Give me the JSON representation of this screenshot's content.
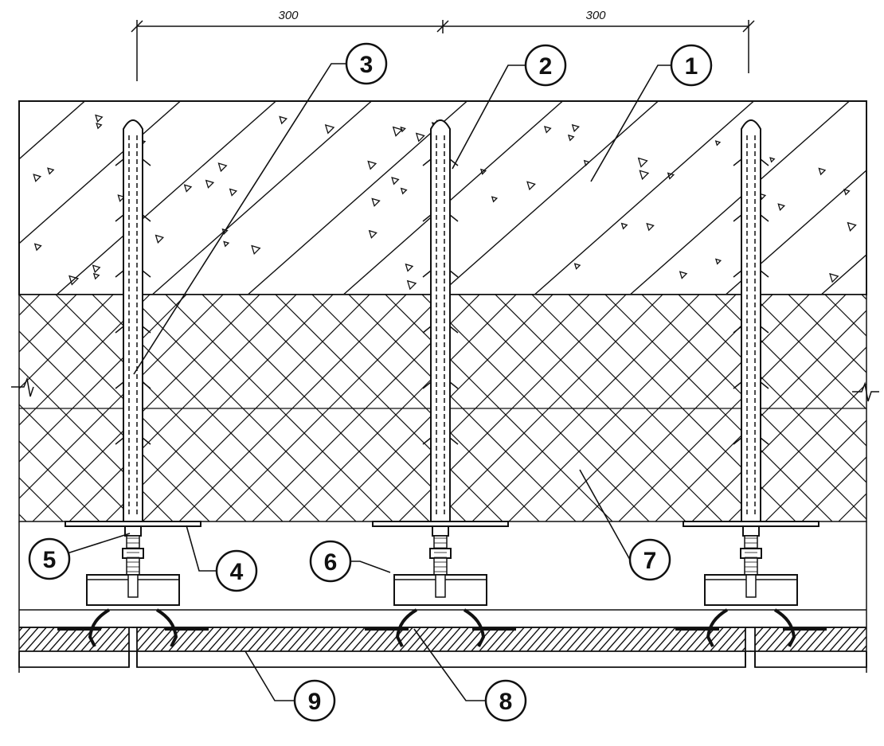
{
  "dimensions": [
    {
      "id": "dim-left",
      "label": "300"
    },
    {
      "id": "dim-right",
      "label": "300"
    }
  ],
  "callouts": [
    {
      "id": "1",
      "label": "1"
    },
    {
      "id": "2",
      "label": "2"
    },
    {
      "id": "3",
      "label": "3"
    },
    {
      "id": "4",
      "label": "4"
    },
    {
      "id": "5",
      "label": "5"
    },
    {
      "id": "6",
      "label": "6"
    },
    {
      "id": "7",
      "label": "7"
    },
    {
      "id": "8",
      "label": "8"
    },
    {
      "id": "9",
      "label": "9"
    }
  ],
  "colors": {
    "ink": "#111111",
    "paper": "#ffffff"
  }
}
